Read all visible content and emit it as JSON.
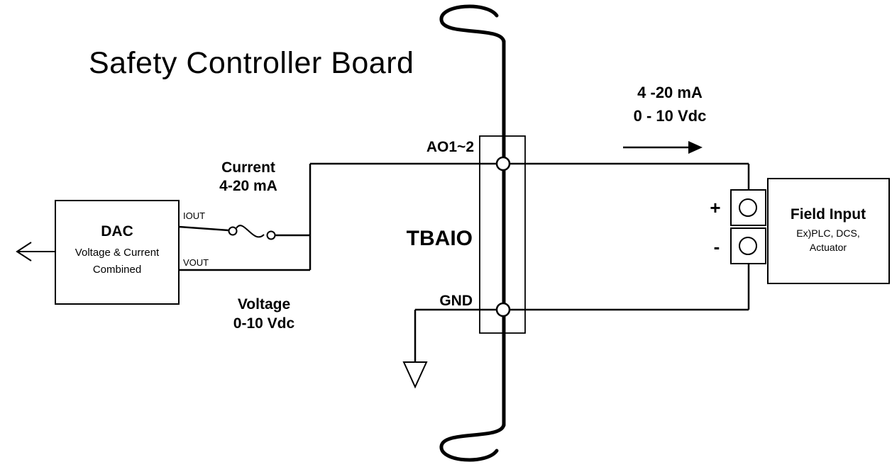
{
  "colors": {
    "ink": "#000000",
    "background": "#ffffff"
  },
  "title": "Safety Controller Board",
  "dac": {
    "name": "DAC",
    "desc_line1": "Voltage & Current",
    "desc_line2": "Combined",
    "iout_label": "IOUT",
    "vout_label": "VOUT"
  },
  "current_path": {
    "line1": "Current",
    "line2": "4-20 mA"
  },
  "voltage_path": {
    "line1": "Voltage",
    "line2": "0-10 Vdc"
  },
  "tbaio": {
    "name": "TBAIO",
    "ao_label": "AO1~2",
    "gnd_label": "GND"
  },
  "output_signal": {
    "line1": "4 -20 mA",
    "line2": "0 - 10 Vdc"
  },
  "terminals": {
    "plus": "+",
    "minus": "-"
  },
  "field_input": {
    "name": "Field Input",
    "desc_line1": "Ex)PLC, DCS,",
    "desc_line2": "Actuator"
  }
}
